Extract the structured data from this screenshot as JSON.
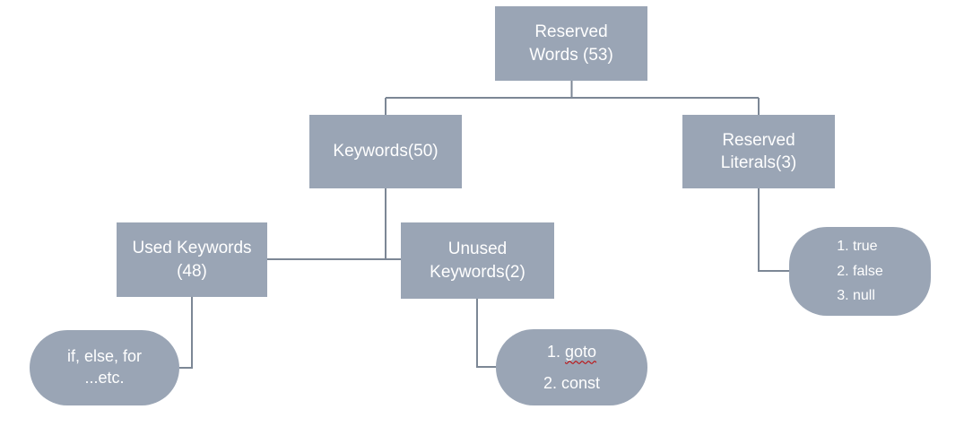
{
  "diagram": {
    "colors": {
      "node_fill": "#9AA5B5",
      "node_text": "#FFFFFF",
      "connector": "#7C8795",
      "spellcheck": "#C00000",
      "background": "#FFFFFF"
    },
    "nodes": {
      "root": {
        "lines": [
          "Reserved",
          "Words (53)"
        ]
      },
      "keywords": {
        "label": "Keywords(50)"
      },
      "reserved_literals": {
        "lines": [
          "Reserved",
          "Literals(3)"
        ]
      },
      "used_keywords": {
        "lines": [
          "Used Keywords",
          "(48)"
        ]
      },
      "unused_keywords": {
        "lines": [
          "Unused",
          "Keywords(2)"
        ]
      },
      "used_examples": {
        "lines": [
          "if, else, for",
          "...etc."
        ]
      },
      "unused_examples": {
        "item1_prefix": "1. ",
        "item1_word": "goto",
        "item2": "2. const"
      },
      "literal_examples": {
        "items": [
          "1. true",
          "2. false",
          "3. null"
        ]
      }
    }
  }
}
